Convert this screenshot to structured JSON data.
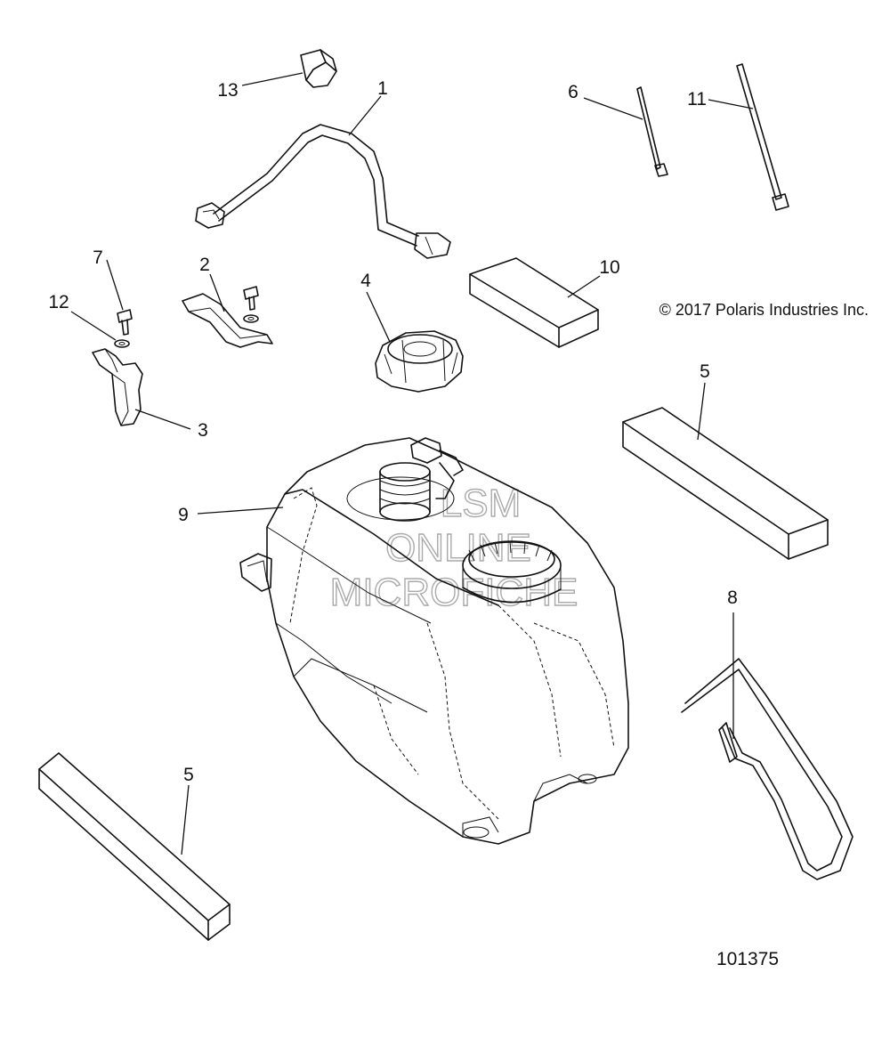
{
  "copyright": "© 2017 Polaris Industries Inc.",
  "diagram_number": "101375",
  "watermark": [
    "LSM",
    "ONLINE",
    "MICROFICHE"
  ],
  "callouts": [
    "1",
    "2",
    "3",
    "4",
    "5",
    "5",
    "6",
    "7",
    "8",
    "9",
    "10",
    "11",
    "12",
    "13"
  ]
}
